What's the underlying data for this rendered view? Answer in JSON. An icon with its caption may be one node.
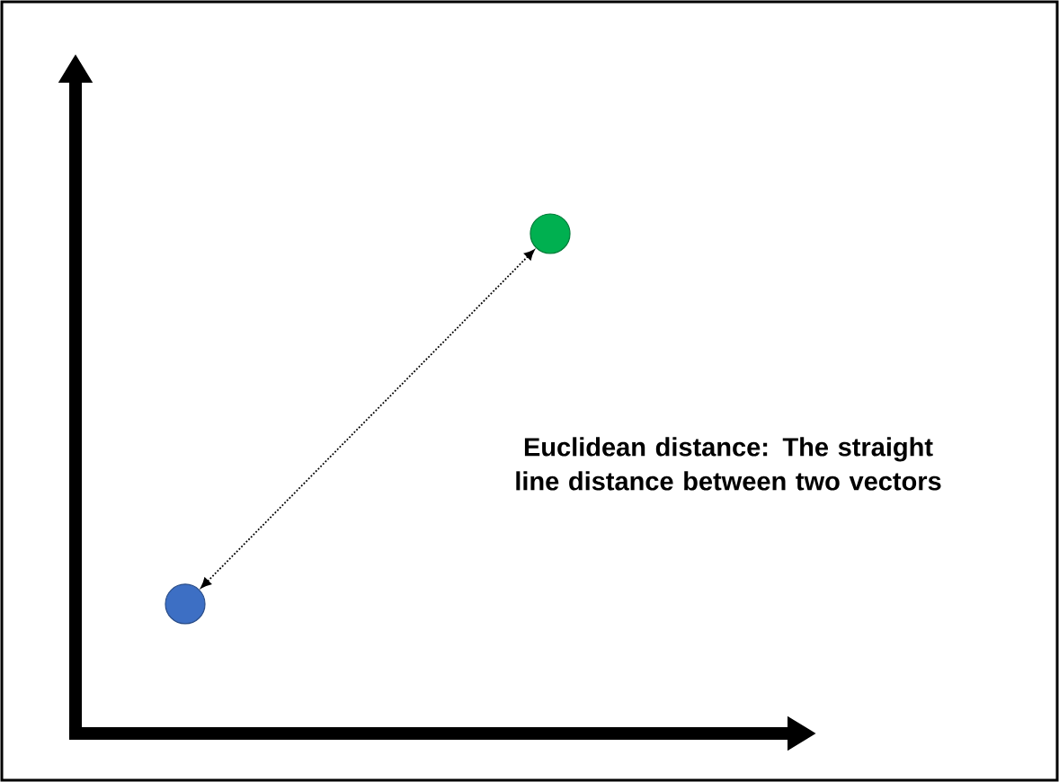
{
  "diagram": {
    "nodes": [
      {
        "text": [],
        "shape": "circle"
      },
      {
        "text": [],
        "shape": "circle"
      }
    ],
    "edges": [
      {
        "from": 0,
        "to": 1,
        "arrow": "both",
        "style": "dashed"
      }
    ],
    "labels": [
      "Euclidean distance: The straight line distance between two vectors"
    ]
  }
}
